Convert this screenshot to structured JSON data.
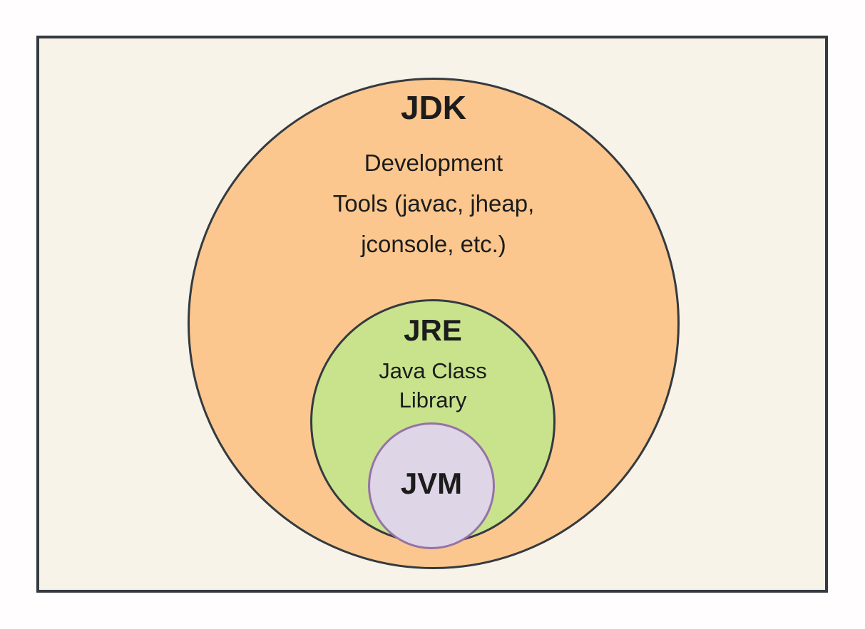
{
  "diagram": {
    "jdk": {
      "title": "JDK",
      "description_lines": [
        "Development",
        "Tools (javac, jheap,",
        "jconsole, etc.)"
      ]
    },
    "jre": {
      "title": "JRE",
      "description_lines": [
        "Java Class",
        "Library"
      ]
    },
    "jvm": {
      "title": "JVM"
    }
  },
  "colors": {
    "page_bg": "#fffdfd",
    "frame_bg": "#f7f3e9",
    "frame_border": "#343a40",
    "circle_outline": "#343a40",
    "jdk_fill": "#fbc78e",
    "jre_fill": "#c8e38c",
    "jvm_fill": "#ded5e6",
    "jvm_border": "#9672a8",
    "text": "#1c1c1c"
  }
}
